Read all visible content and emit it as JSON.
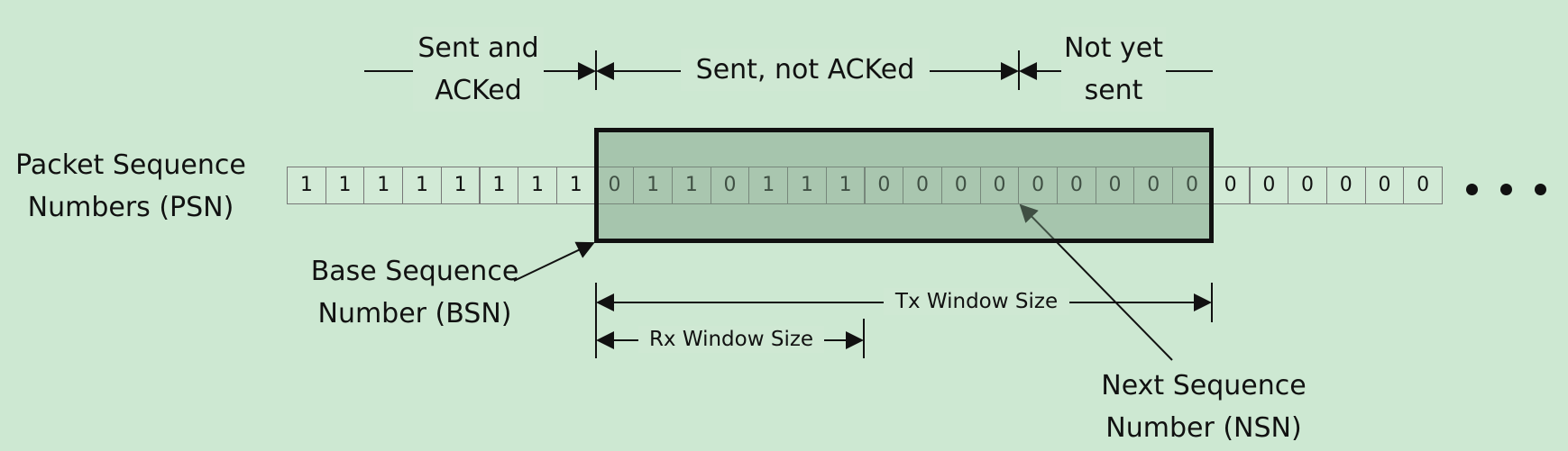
{
  "labels": {
    "psn_line1": "Packet Sequence",
    "psn_line2": "Numbers (PSN)",
    "sent_acked_line1": "Sent and",
    "sent_acked_line2": "ACKed",
    "sent_not_acked": "Sent, not ACKed",
    "not_yet_line1": "Not yet",
    "not_yet_line2": "sent",
    "bsn_line1": "Base Sequence",
    "bsn_line2": "Number (BSN)",
    "nsn_line1": "Next Sequence",
    "nsn_line2": "Number (NSN)",
    "tx_window": "Tx Window Size",
    "rx_window": "Rx Window Size"
  },
  "bits": [
    "1",
    "1",
    "1",
    "1",
    "1",
    "1",
    "1",
    "1",
    "0",
    "1",
    "1",
    "0",
    "1",
    "1",
    "1",
    "0",
    "0",
    "0",
    "0",
    "0",
    "0",
    "0",
    "0",
    "0",
    "0",
    "0",
    "0",
    "0",
    "0",
    "0"
  ],
  "regions": {
    "sent_acked_count": 8,
    "window_count": 16,
    "rx_window_count": 7
  },
  "ellipsis_dots": 3,
  "colors": {
    "background": "#cde8d2",
    "window_fill": "#a9c8af",
    "ink": "#111111"
  }
}
